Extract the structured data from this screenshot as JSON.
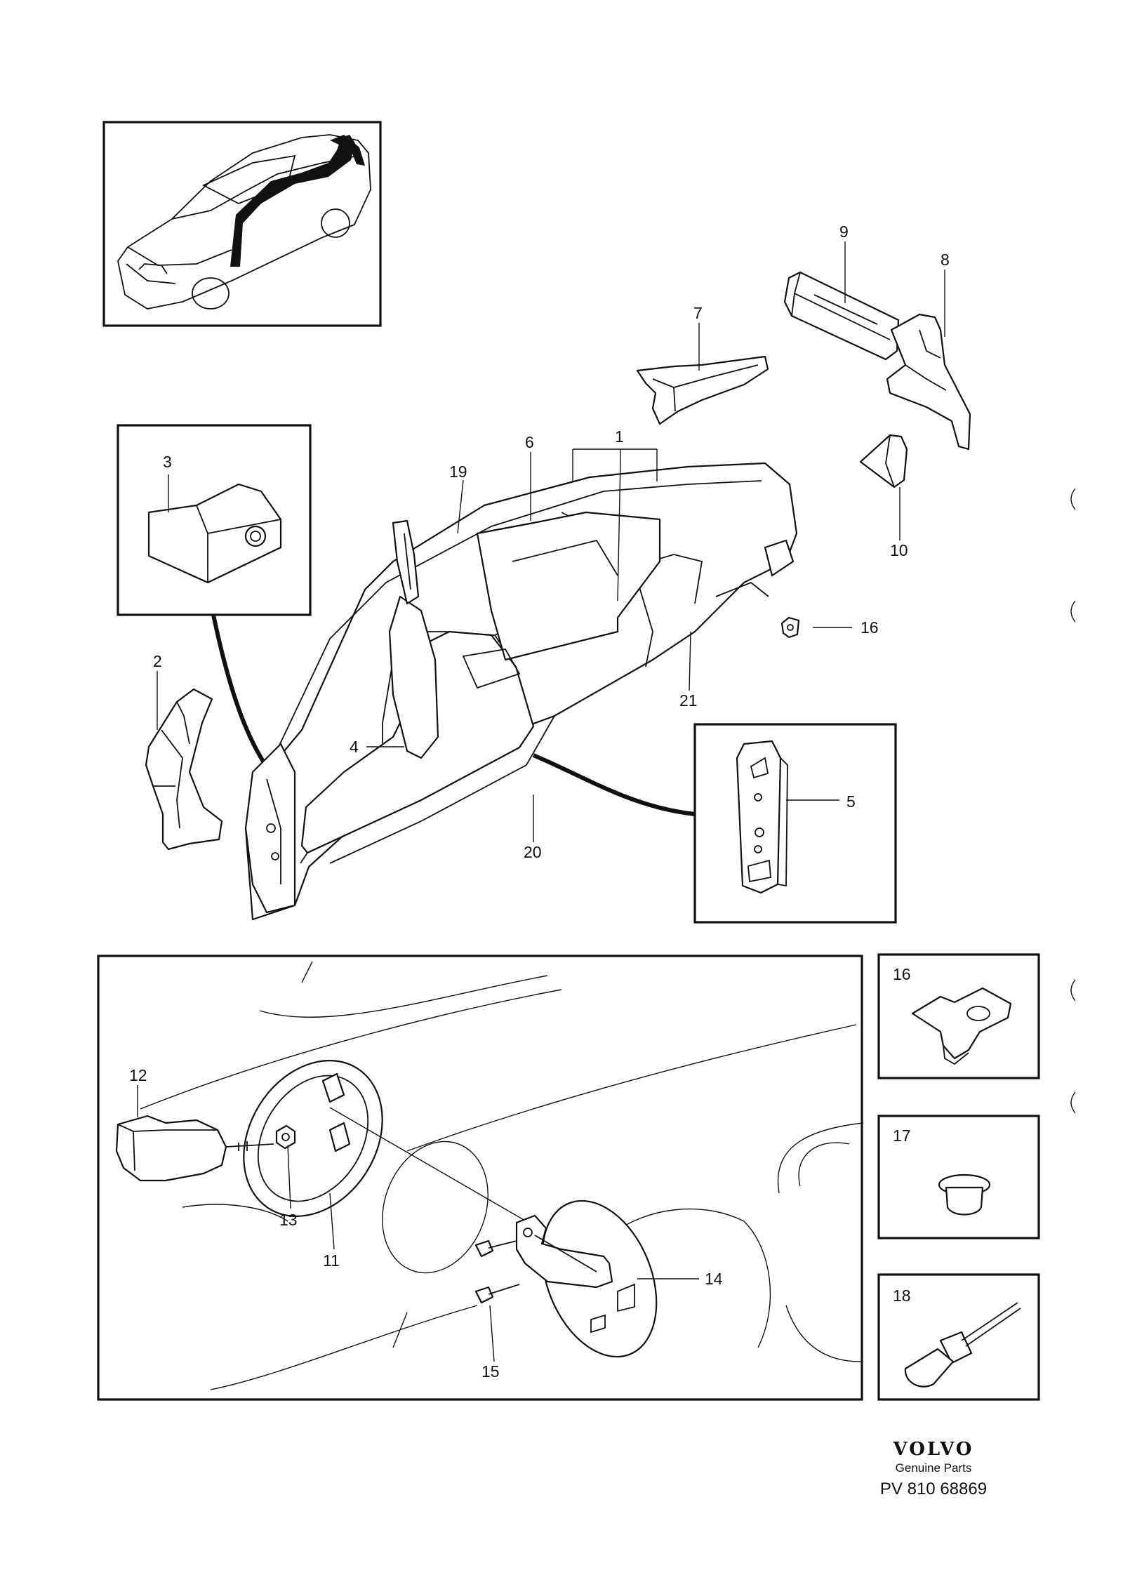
{
  "callouts": {
    "c1": "1",
    "c2": "2",
    "c3": "3",
    "c4": "4",
    "c5": "5",
    "c6": "6",
    "c7": "7",
    "c8": "8",
    "c9": "9",
    "c10": "10",
    "c11": "11",
    "c12": "12",
    "c13": "13",
    "c14": "14",
    "c15": "15",
    "c16": "16",
    "c16b": "16",
    "c17": "17",
    "c18": "18",
    "c19": "19",
    "c20": "20",
    "c21": "21"
  },
  "footer": {
    "brand": "VOLVO",
    "subtitle": "Genuine Parts",
    "reference": "PV 810 68869"
  }
}
